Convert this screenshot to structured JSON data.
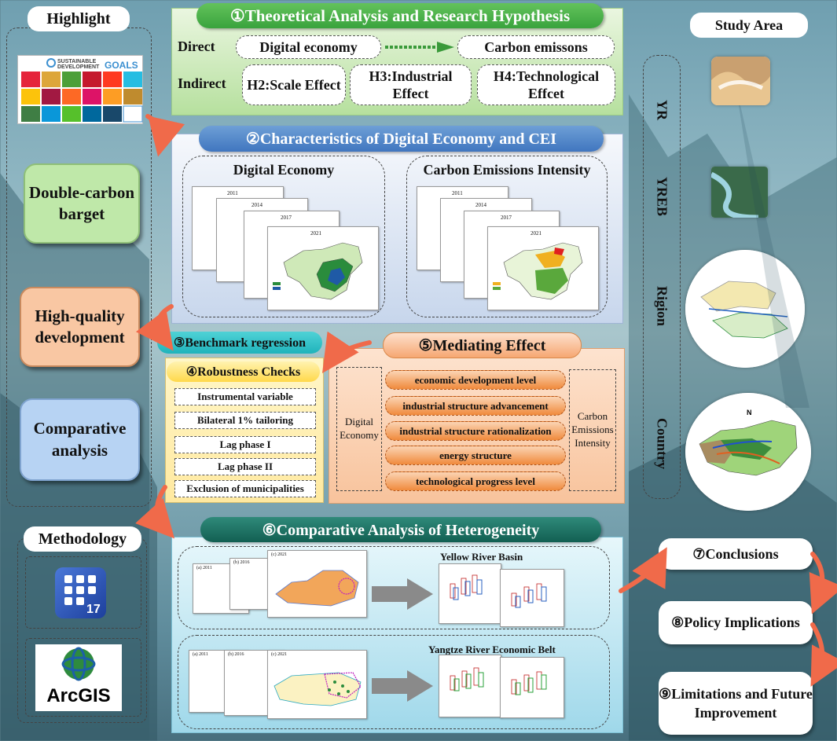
{
  "highlight": {
    "title": "Highlight",
    "sdg_header_1": "SUSTAINABLE",
    "sdg_header_2": "DEVELOPMENT",
    "sdg_goals": "GOALS",
    "items": [
      "Double-carbon barget",
      "High-quality development",
      "Comparative analysis"
    ],
    "colors": [
      "#bfe8a9",
      "#f9c7a3",
      "#b7d3f3"
    ]
  },
  "methodology": {
    "title": "Methodology",
    "stata_version": "17",
    "arcgis_label": "ArcGIS"
  },
  "section1": {
    "title": "①Theoretical Analysis and Research Hypothesis",
    "direct_label": "Direct",
    "digital_economy": "Digital economy",
    "carbon_emissions": "Carbon emissons",
    "indirect_label": "Indirect",
    "h2": "H2:Scale Effect",
    "h3": "H3:Industrial Effect",
    "h4": "H4:Technological Effcet"
  },
  "section2": {
    "title": "②Characteristics of Digital Economy and CEI",
    "panel_left": "Digital Economy",
    "panel_right": "Carbon Emissions Intensity",
    "years": [
      "2011",
      "2014",
      "2017",
      "2021"
    ]
  },
  "section3": {
    "title": "③Benchmark regression"
  },
  "section4": {
    "title": "④Robustness Checks",
    "items": [
      "Instrumental variable",
      "Bilateral 1% tailoring",
      "Lag phase I",
      "Lag phase II",
      "Exclusion of municipalities"
    ]
  },
  "section5": {
    "title": "⑤Mediating Effect",
    "left_label": "Digital Economy",
    "right_label": "Carbon Emissions Intensity",
    "items": [
      "economic development level",
      "industrial structure advancement",
      "industrial structure rationalization",
      "energy structure",
      "technological progress level"
    ]
  },
  "section6": {
    "title": "⑥Comparative Analysis of Heterogeneity",
    "panel_top": "Yellow River Basin",
    "panel_bottom": "Yangtze River Economic Belt",
    "map_tags": [
      "(a) 2011",
      "(b) 2016",
      "(c) 2021"
    ]
  },
  "study_area": {
    "title": "Study Area",
    "labels": [
      "YR",
      "YREB",
      "Rigion",
      "Country"
    ]
  },
  "conclusions": {
    "c7": "⑦Conclusions",
    "c8": "⑧Policy Implications",
    "c9": "⑨Limitations and Future Improvement"
  }
}
